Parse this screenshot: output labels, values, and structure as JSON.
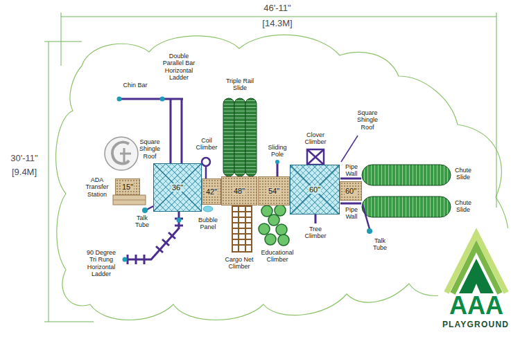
{
  "diagram": {
    "nodes": [
      {
        "text": [
          "15\""
        ]
      },
      {
        "text": [
          "36\""
        ]
      },
      {
        "text": [
          "42\""
        ]
      },
      {
        "text": [
          "48\""
        ]
      },
      {
        "text": [
          "54\""
        ]
      },
      {
        "text": [
          "60\""
        ]
      },
      {
        "text": [
          "60\""
        ]
      }
    ],
    "labels": [
      "46'-11\"",
      "[14.3M]",
      "30'-11\"",
      "[9.4M]",
      "Double Parallel Bar Horizontal Ladder",
      "Chin Bar",
      "Triple Rail Slide",
      "Square Shingle Roof",
      "Clover Climber",
      "Square Shingle Roof",
      "Coil Climber",
      "Sliding Pole",
      "Pipe Wall",
      "Chute Slide",
      "ADA Transfer Station",
      "Chute Slide",
      "Talk Tube",
      "Bubble Panel",
      "Cargo Net Climber",
      "Pipe Wall",
      "Tree Climber",
      "Educational Climber",
      "Talk Tube",
      "90 Degree Tri Rung Horizontal Ladder",
      "AAA",
      "PLAYGROUND"
    ]
  }
}
